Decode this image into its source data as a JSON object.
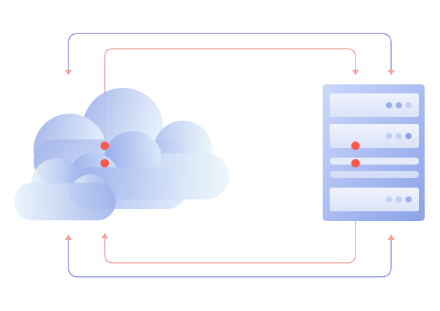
{
  "diagram": {
    "title": "",
    "colors": {
      "request_line": "#f4a3a0",
      "response_line": "#8b93d8",
      "node_dot": "#f9574b",
      "server_light": "#c9d6fb",
      "server_dark": "#8aa3e8",
      "cloud_blue": "#93a8ea",
      "cloud_light": "#e6f3fb"
    },
    "nodes": [
      {
        "id": "cloud",
        "icon": "cloud-icon"
      },
      {
        "id": "server",
        "icon": "server-icon"
      }
    ],
    "connections": [
      {
        "from": "cloud",
        "to": "server",
        "style": "red",
        "route": "top-inner"
      },
      {
        "from": "server",
        "to": "cloud",
        "style": "blue",
        "route": "top-outer"
      },
      {
        "from": "server",
        "to": "cloud",
        "style": "red",
        "route": "bottom-inner"
      },
      {
        "from": "cloud",
        "to": "server",
        "style": "blue",
        "route": "bottom-outer"
      }
    ]
  }
}
